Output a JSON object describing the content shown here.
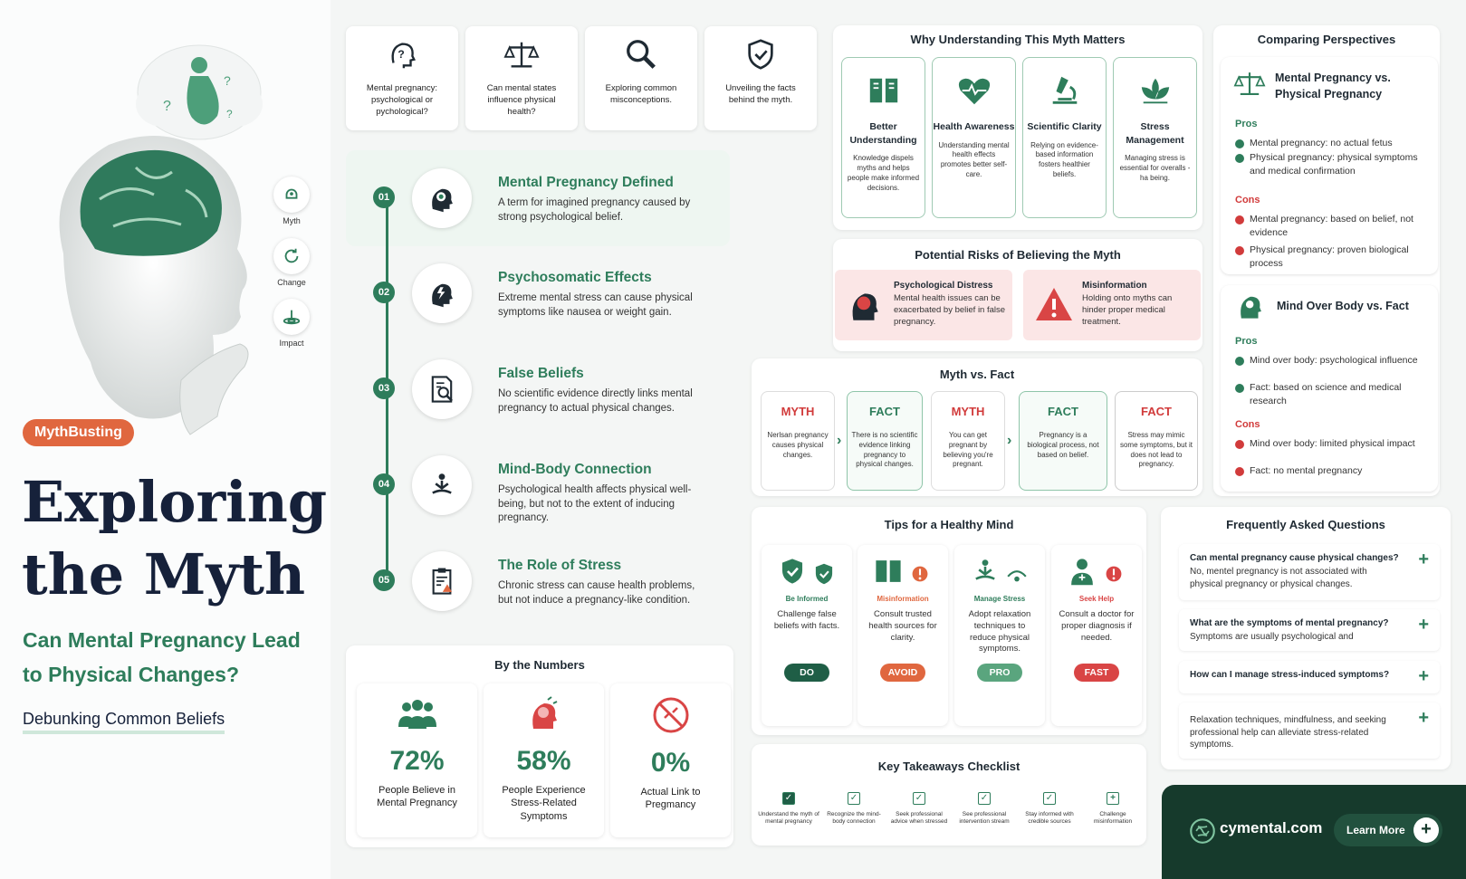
{
  "hero": {
    "side_icons": [
      {
        "label": "Myth"
      },
      {
        "label": "Change"
      },
      {
        "label": "Impact"
      }
    ],
    "badge": "MythBusting",
    "title_line1": "Exploring",
    "title_line2": "the Myth",
    "subtitle": "Can Mental Pregnancy Lead to Physical Changes?",
    "tagline": "Debunking Common Beliefs"
  },
  "top_cards": [
    {
      "text": "Mental pregnancy: psychological or pychological?",
      "icon": "question-head-icon"
    },
    {
      "text": "Can mental states influence physical health?",
      "icon": "scales-icon"
    },
    {
      "text": "Exploring common misconceptions.",
      "icon": "magnifier-icon"
    },
    {
      "text": "Unveiling the facts behind the myth.",
      "icon": "shield-check-icon"
    }
  ],
  "timeline": [
    {
      "num": "01",
      "title": "Mental Pregnancy Defined",
      "desc": "A term for imagined pregnancy caused by strong psychological belief."
    },
    {
      "num": "02",
      "title": "Psychosomatic Effects",
      "desc": "Extreme mental stress can cause physical symptoms like nausea or weight gain."
    },
    {
      "num": "03",
      "title": "False Beliefs",
      "desc": "No scientific evidence directly links mental pregnancy to actual physical changes."
    },
    {
      "num": "04",
      "title": "Mind-Body Connection",
      "desc": "Psychological health affects physical well-being, but not to the extent of inducing pregnancy."
    },
    {
      "num": "05",
      "title": "The Role of Stress",
      "desc": "Chronic stress can cause health problems, but not induce a pregnancy-like condition."
    }
  ],
  "numbers": {
    "title": "By the Numbers",
    "items": [
      {
        "value": "72%",
        "label": "People Believe in Mental Pregnancy",
        "progress_percent": 72
      },
      {
        "value": "58%",
        "label": "People Experience Stress-Related Symptoms",
        "progress_percent": 58
      },
      {
        "value": "0%",
        "label": "Actual Link to Pregmancy",
        "progress_percent": 0
      }
    ]
  },
  "why": {
    "title": "Why Understanding This Myth Matters",
    "items": [
      {
        "title": "Better Understanding",
        "desc": "Knowledge dispels myths and helps people make informed decisions."
      },
      {
        "title": "Health Awareness",
        "desc": "Understanding mental health effects promotes better self-care."
      },
      {
        "title": "Scientific Clarity",
        "desc": "Relying on evidence-based information fosters healthier beliefs."
      },
      {
        "title": "Stress Management",
        "desc": "Managing stress is essential for overalls -ha being."
      }
    ]
  },
  "risks": {
    "title": "Potential Risks of Believing the Myth",
    "items": [
      {
        "title": "Psychological Distress",
        "desc": "Mental health issues can be exacerbated by belief in false pregnancy."
      },
      {
        "title": "Misinformation",
        "desc": "Holding onto myths can hinder proper medical treatment."
      }
    ]
  },
  "myth_fact": {
    "title": "Myth vs. Fact",
    "items": [
      {
        "kind": "MYTH",
        "desc": "Nerlsan pregnancy causes physical changes."
      },
      {
        "kind": "FACT",
        "desc": "There is no scientific evidence linking pregnancy to physical changes."
      },
      {
        "kind": "MYTH",
        "desc": "You can get pregnant by believing you're pregnant."
      },
      {
        "kind": "FACT",
        "desc": "Pregnancy is a biological process, not based on belief."
      },
      {
        "kind": "FACT",
        "desc": "Stress may mimic some symptoms, but it does not lead to pregnancy."
      }
    ]
  },
  "tips": {
    "title": "Tips for a Healthy Mind",
    "items": [
      {
        "sub": "Be Informed",
        "desc": "Challenge false beliefs with facts.",
        "pill": "DO",
        "pill_color": "#1f5e46"
      },
      {
        "sub": "Misinformation",
        "desc": "Consult trusted health sources for clarity.",
        "pill": "AVOID",
        "pill_color": "#e0673f"
      },
      {
        "sub": "Manage Stress",
        "desc": "Adopt relaxation techniques to reduce physical symptoms.",
        "pill": "PRO",
        "pill_color": "#5aa57e"
      },
      {
        "sub": "Seek Help",
        "desc": "Consult a doctor for proper diagnosis if needed.",
        "pill": "FAST",
        "pill_color": "#d94545"
      }
    ]
  },
  "checklist": {
    "title": "Key Takeaways Checklist",
    "items": [
      {
        "text": "Understand the myth of mental pregnancy",
        "checked": true
      },
      {
        "text": "Recognize the mind-body connection",
        "checked": true
      },
      {
        "text": "Seek professional advice when stressed",
        "checked": true
      },
      {
        "text": "See professional intervention stream",
        "checked": true
      },
      {
        "text": "Stay informed with credible sources",
        "checked": true
      },
      {
        "text": "Challenge misinformation",
        "checked": false
      }
    ]
  },
  "perspectives": {
    "title": "Comparing Perspectives",
    "block1": {
      "title": "Mental Pregnancy vs. Physical Pregnancy",
      "pros_label": "Pros",
      "pros": [
        "Mental pregnancy: no actual fetus",
        "Physical pregnancy: physical symptoms and medical confirmation"
      ],
      "cons_label": "Cons",
      "cons": [
        "Mental pregnancy: based on belief, not evidence",
        "Physical pregnancy: proven biological process"
      ]
    },
    "block2": {
      "title": "Mind Over Body vs. Fact",
      "pros_label": "Pros",
      "pros": [
        "Mind over body: psychological influence",
        "Fact: based on science and medical research"
      ],
      "cons_label": "Cons",
      "cons": [
        "Mind over body: limited physical impact",
        "Fact: no mental pregnancy"
      ]
    }
  },
  "faq": {
    "title": "Frequently Asked Questions",
    "items": [
      {
        "q": "Can mental pregnancy cause physical changes?",
        "a": "No, mentel pregnancy is not associated with physical pregnancy or physical changes."
      },
      {
        "q": "What are the symptoms of mental pregnancy?",
        "a": "Symptoms are usually psychological and"
      },
      {
        "q": "How can I manage stress-induced symptoms?",
        "a": ""
      },
      {
        "q": "",
        "a": "Relaxation techniques, mindfulness, and seeking professional help can alleviate stress-related symptoms."
      }
    ]
  },
  "footer": {
    "site": "cymental.com",
    "cta": "Learn More"
  },
  "colors": {
    "green": "#2e7d5b",
    "dark_green": "#163a2c",
    "orange": "#e0673f",
    "red": "#d13b3b",
    "navy": "#16213a"
  }
}
